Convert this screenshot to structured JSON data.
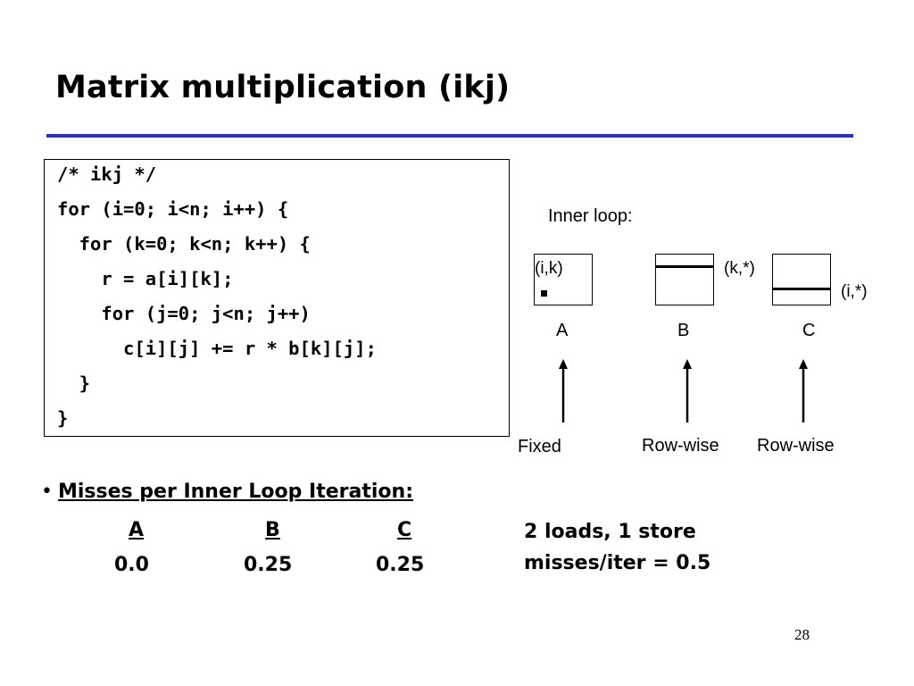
{
  "title": "Matrix multiplication (ikj)",
  "code": {
    "lines": [
      "/* ikj */",
      "for (i=0; i<n; i++) {",
      "  for (k=0; k<n; k++) {",
      "    r = a[i][k];",
      "    for (j=0; j<n; j++)",
      "      c[i][j] += r * b[k][j];",
      "  }",
      "}"
    ]
  },
  "diagram": {
    "heading": "Inner loop:",
    "matrices": [
      {
        "name": "A",
        "index_label": "(i,k)",
        "access": "Fixed"
      },
      {
        "name": "B",
        "index_label": "(k,*)",
        "access": "Row-wise"
      },
      {
        "name": "C",
        "index_label": "(i,*)",
        "access": "Row-wise"
      }
    ]
  },
  "misses": {
    "bullet": "•",
    "heading": "Misses per Inner Loop Iteration:",
    "columns": [
      {
        "label": "A",
        "value": "0.0"
      },
      {
        "label": "B",
        "value": "0.25"
      },
      {
        "label": "C",
        "value": "0.25"
      }
    ],
    "summary_line1": "2 loads, 1 store",
    "summary_line2": "misses/iter = 0.5"
  },
  "page_number": "28",
  "colors": {
    "title_rule": "#2b2fd0"
  }
}
